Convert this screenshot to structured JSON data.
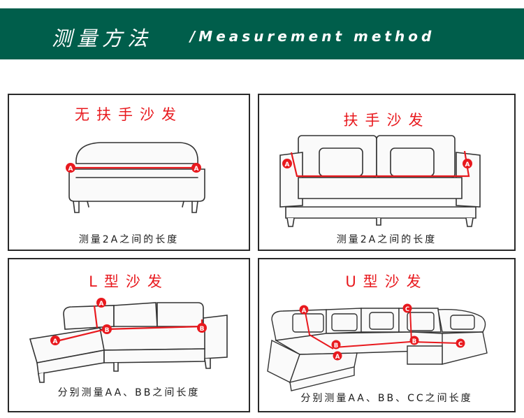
{
  "header": {
    "title": "测量方法",
    "subtitle": "/Measurement method",
    "bg_color": "#005e4b"
  },
  "panels": [
    {
      "title": "无扶手沙发",
      "caption": "测量2A之间的长度",
      "markers": [
        "A",
        "A"
      ]
    },
    {
      "title": "扶手沙发",
      "caption": "测量2A之间的长度",
      "markers": [
        "A",
        "A"
      ]
    },
    {
      "title": "L型沙发",
      "caption": "分别测量AA、BB之间长度",
      "markers": [
        "A",
        "A",
        "B",
        "B"
      ]
    },
    {
      "title": "U型沙发",
      "caption": "分别测量AA、BB、CC之间长度",
      "markers": [
        "A",
        "A",
        "B",
        "B",
        "C",
        "C"
      ]
    }
  ],
  "accent_color": "#e8191e"
}
